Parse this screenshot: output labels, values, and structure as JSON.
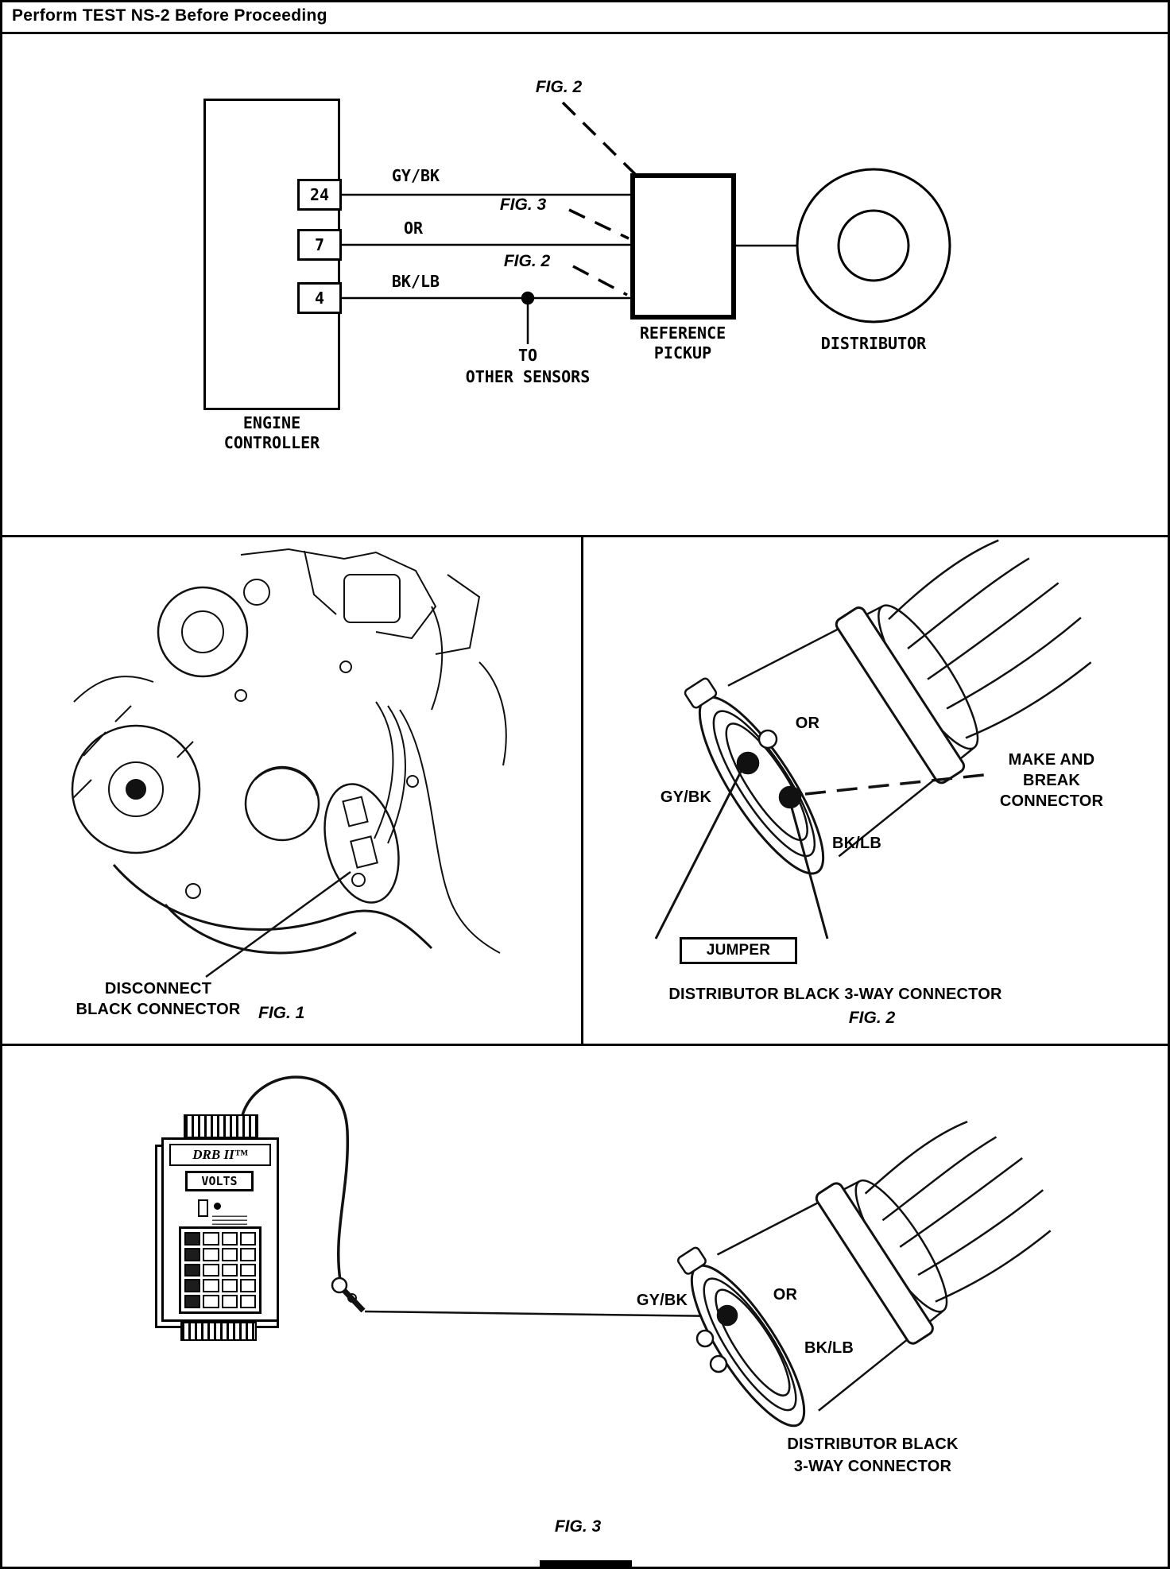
{
  "header": {
    "title": "Perform TEST NS-2 Before Proceeding"
  },
  "top_diagram": {
    "fig2_upper_label": "FIG. 2",
    "fig3_label": "FIG. 3",
    "fig2_lower_label": "FIG. 2",
    "wire_gybk": "GY/BK",
    "wire_or": "OR",
    "wire_bklb": "BK/LB",
    "pin_24": "24",
    "pin_7": "7",
    "pin_4": "4",
    "to_line1": "TO",
    "to_line2": "OTHER SENSORS",
    "reference_line1": "REFERENCE",
    "reference_line2": "PICKUP",
    "distributor_label": "DISTRIBUTOR",
    "controller_line1": "ENGINE",
    "controller_line2": "CONTROLLER"
  },
  "fig1": {
    "caption_line1": "DISCONNECT",
    "caption_line2": "BLACK CONNECTOR",
    "fig_label": "FIG. 1"
  },
  "fig2": {
    "pin_or": "OR",
    "pin_gybk": "GY/BK",
    "pin_bklb": "BK/LB",
    "make_break_line1": "MAKE AND",
    "make_break_line2": "BREAK",
    "make_break_line3": "CONNECTOR",
    "jumper_label": "JUMPER",
    "caption": "DISTRIBUTOR BLACK 3-WAY CONNECTOR",
    "fig_label": "FIG. 2"
  },
  "fig3": {
    "device_name": "DRB II™",
    "device_display": "VOLTS",
    "pin_gybk": "GY/BK",
    "pin_or": "OR",
    "pin_bklb": "BK/LB",
    "caption_line1": "DISTRIBUTOR BLACK",
    "caption_line2": "3-WAY CONNECTOR",
    "fig_label": "FIG. 3"
  }
}
